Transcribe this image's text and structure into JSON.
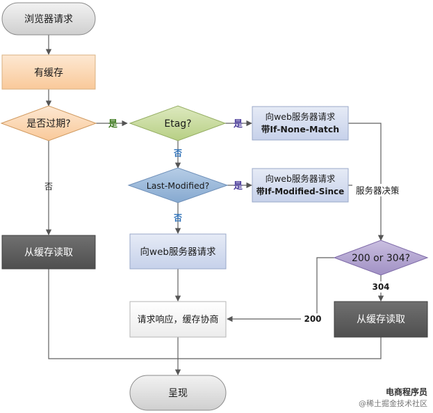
{
  "nodes": {
    "start": "浏览器请求",
    "has_cache": "有缓存",
    "expired": "是否过期?",
    "etag": "Etag?",
    "req_none_match_1": "向web服务器请求",
    "req_none_match_2": "带If-None-Match",
    "last_modified": "Last-Modified?",
    "req_mod_since_1": "向web服务器请求",
    "req_mod_since_2": "带If-Modified-Since",
    "read_cache_left": "从缓存读取",
    "req_server": "向web服务器请求",
    "response": "请求响应，缓存协商",
    "status_check": "200 or 304?",
    "read_cache_right": "从缓存读取",
    "render": "呈现"
  },
  "edges": {
    "yes_expired": "是",
    "no_expired": "否",
    "yes_etag": "是",
    "no_etag": "否",
    "yes_lastmod": "是",
    "no_lastmod": "否",
    "server_decide": "服务器决策",
    "code_304": "304",
    "code_200": "200"
  },
  "watermark": {
    "line1": "电商程序员",
    "line2": "@稀土掘金技术社区"
  },
  "colors": {
    "peach": "#fbd9b8",
    "green": "#c9dba0",
    "blue_light": "#d6def0",
    "blue_diamond": "#9bbad9",
    "purple": "#b4a5cf",
    "dark": "#5e5e5e",
    "grey": "#dcdcdc"
  }
}
